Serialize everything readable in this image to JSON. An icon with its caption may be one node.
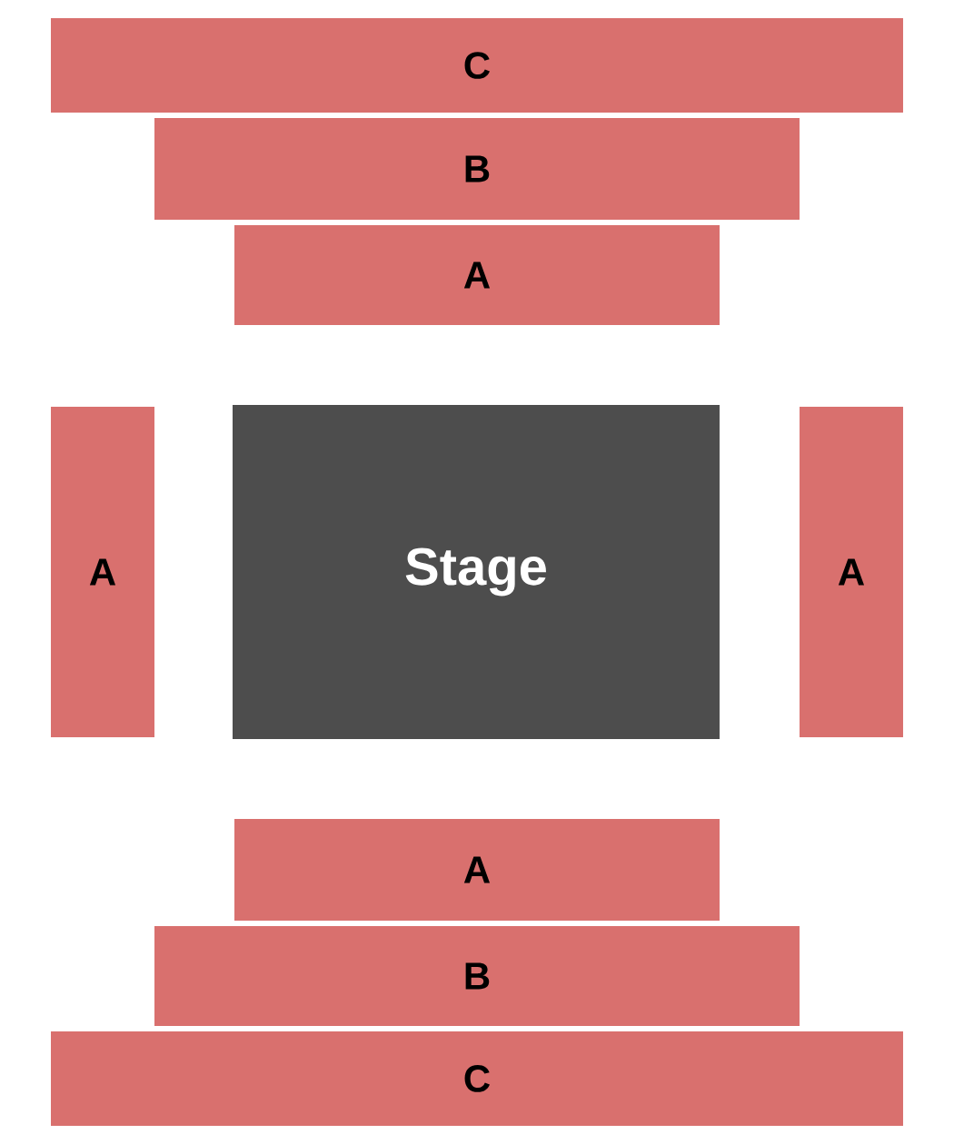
{
  "diagram": {
    "nodes": [
      {
        "text": [
          "C"
        ]
      },
      {
        "text": [
          "B"
        ]
      },
      {
        "text": [
          "A"
        ]
      },
      {
        "text": [
          "A"
        ]
      },
      {
        "text": [
          "Stage"
        ]
      },
      {
        "text": [
          "A"
        ]
      },
      {
        "text": [
          "A"
        ]
      },
      {
        "text": [
          "B"
        ]
      },
      {
        "text": [
          "C"
        ]
      }
    ]
  }
}
